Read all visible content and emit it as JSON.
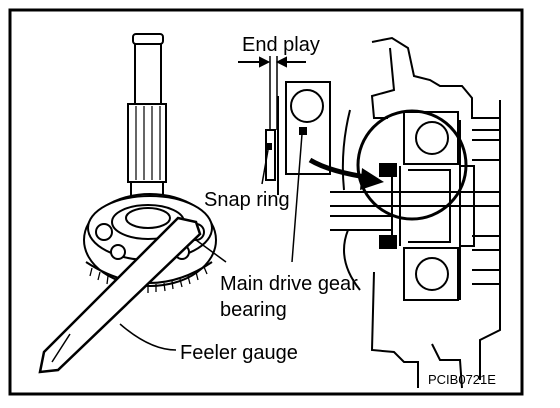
{
  "labels": {
    "end_play": "End play",
    "snap_ring": "Snap ring",
    "main_drive_gear": "Main drive gear",
    "bearing": "bearing",
    "feeler_gauge": "Feeler gauge"
  },
  "figure_code": "PCIB0721E",
  "colors": {
    "ink": "#000000",
    "paper": "#ffffff",
    "shade": "#d9d9d9"
  }
}
